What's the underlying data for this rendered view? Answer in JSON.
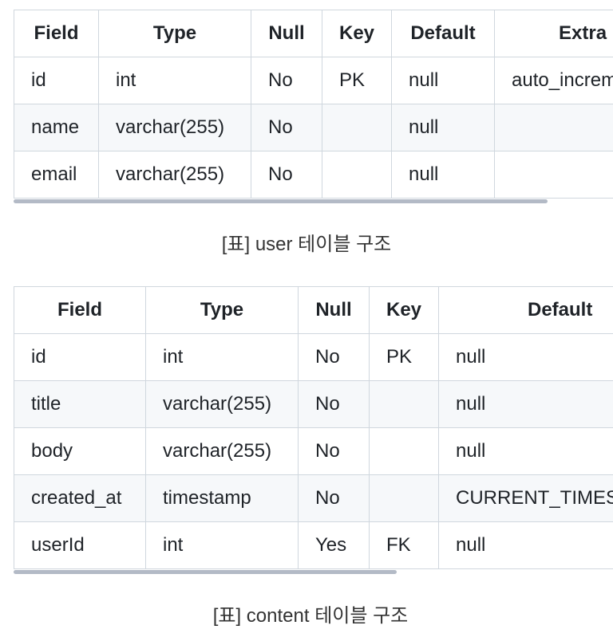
{
  "tables": [
    {
      "headers": [
        "Field",
        "Type",
        "Null",
        "Key",
        "Default",
        "Extra"
      ],
      "rows": [
        [
          "id",
          "int",
          "No",
          "PK",
          "null",
          "auto_increment"
        ],
        [
          "name",
          "varchar(255)",
          "No",
          "",
          "null",
          ""
        ],
        [
          "email",
          "varchar(255)",
          "No",
          "",
          "null",
          ""
        ]
      ],
      "caption": "[표] user 테이블 구조"
    },
    {
      "headers": [
        "Field",
        "Type",
        "Null",
        "Key",
        "Default"
      ],
      "rows": [
        [
          "id",
          "int",
          "No",
          "PK",
          "null"
        ],
        [
          "title",
          "varchar(255)",
          "No",
          "",
          "null"
        ],
        [
          "body",
          "varchar(255)",
          "No",
          "",
          "null"
        ],
        [
          "created_at",
          "timestamp",
          "No",
          "",
          "CURRENT_TIMESTAMP"
        ],
        [
          "userId",
          "int",
          "Yes",
          "FK",
          "null"
        ]
      ],
      "caption": "[표] content 테이블 구조"
    }
  ]
}
